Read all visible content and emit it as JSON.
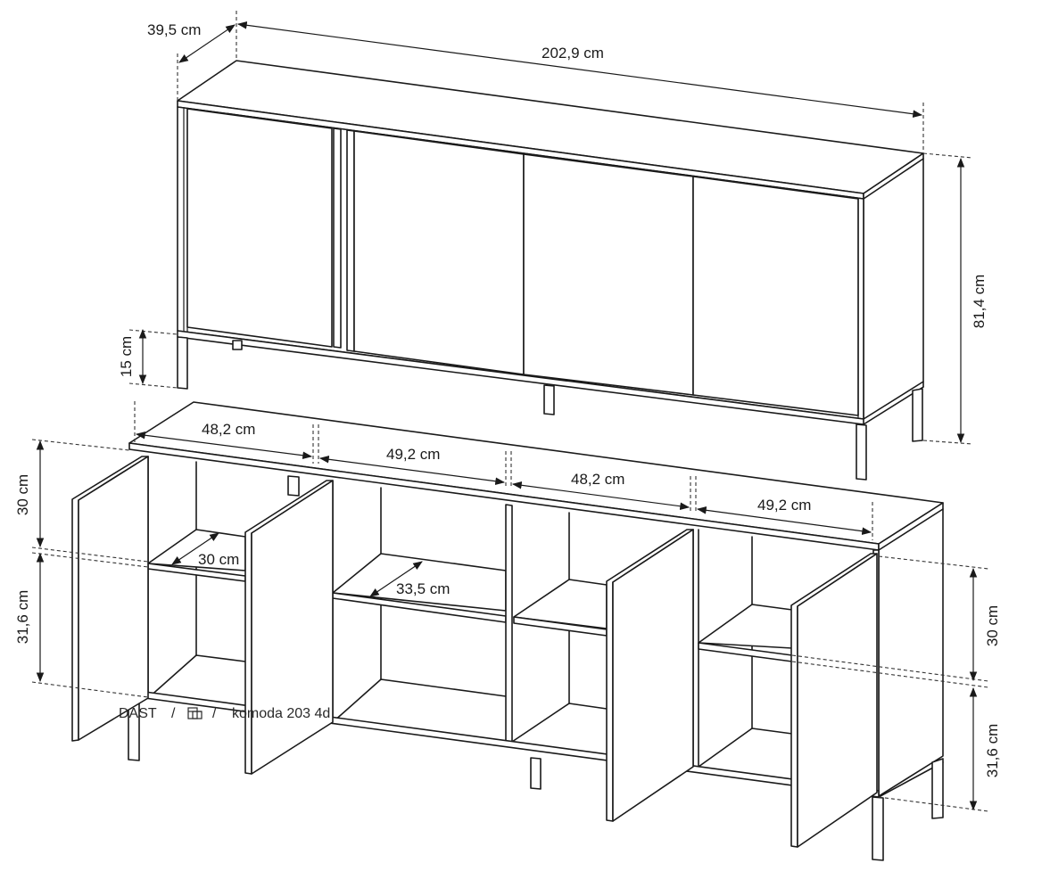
{
  "product": {
    "brand": "DAST",
    "separator": "/",
    "name": "komoda 203 4d",
    "icon": "cabinet-logo-icon"
  },
  "dimensions": {
    "depth": "39,5 cm",
    "width": "202,9 cm",
    "height": "81,4 cm",
    "leg_height": "15 cm",
    "compartments": [
      "48,2 cm",
      "49,2 cm",
      "48,2 cm",
      "49,2 cm"
    ],
    "left_upper_height": "30 cm",
    "left_lower_height": "31,6 cm",
    "right_upper_height": "30 cm",
    "right_lower_height": "31,6 cm",
    "shelf_depth_small": "30 cm",
    "shelf_depth_large": "33,5 cm"
  },
  "colors": {
    "line": "#1a1a1a",
    "background": "#ffffff"
  }
}
